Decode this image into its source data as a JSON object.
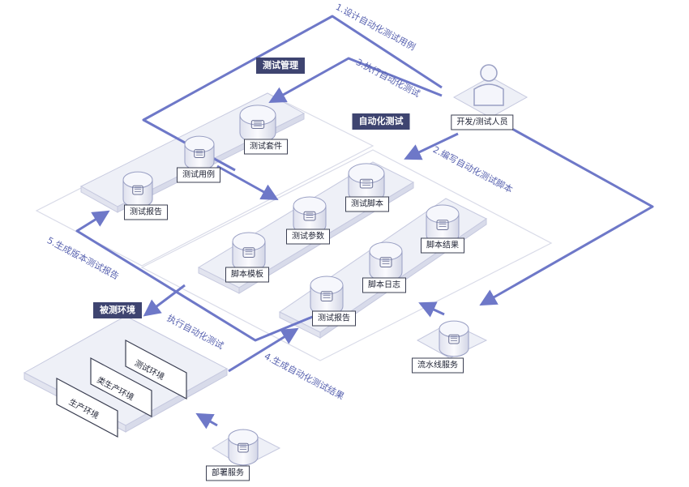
{
  "colors": {
    "accent_line": "#6e78c8",
    "title_bg": "#3e4470",
    "platform_fill": "#f0f1f8",
    "platform_stroke": "#c6c9df"
  },
  "steps": {
    "s1": "1.设计自动化测试用例",
    "s2": "2.编写自动化测试脚本",
    "s3": "3.执行自动化测试",
    "s4": "4.生成自动化测试结果",
    "s5": "5.生成版本测试报告",
    "exec": "执行自动化测试"
  },
  "sections": {
    "test_mgmt": "测试管理",
    "auto_test": "自动化测试",
    "env_under_test": "被测环境"
  },
  "components": {
    "developer": {
      "label": "开发/测试人员",
      "icon": "person-icon"
    },
    "test_suite": {
      "label": "测试套件",
      "icon": "disc-icon"
    },
    "test_case": {
      "label": "测试用例",
      "icon": "document-icon"
    },
    "test_report_mgmt": {
      "label": "测试报告",
      "icon": "document-icon"
    },
    "test_script": {
      "label": "测试脚本",
      "icon": "node-icon"
    },
    "test_params": {
      "label": "测试参数",
      "icon": "gear-document-icon"
    },
    "script_template": {
      "label": "脚本模板",
      "icon": "list-icon"
    },
    "script_result": {
      "label": "脚本结果",
      "icon": "result-icon"
    },
    "script_log": {
      "label": "脚本日志",
      "icon": "log-icon"
    },
    "test_report_auto": {
      "label": "测试报告",
      "icon": "document-icon"
    },
    "pipeline": {
      "label": "流水线服务",
      "icon": "pipeline-icon"
    },
    "deploy": {
      "label": "部署服务",
      "icon": "deploy-icon"
    }
  },
  "environments": {
    "test_env": "测试环境",
    "staging_env": "类生产环境",
    "prod_env": "生产环境"
  }
}
